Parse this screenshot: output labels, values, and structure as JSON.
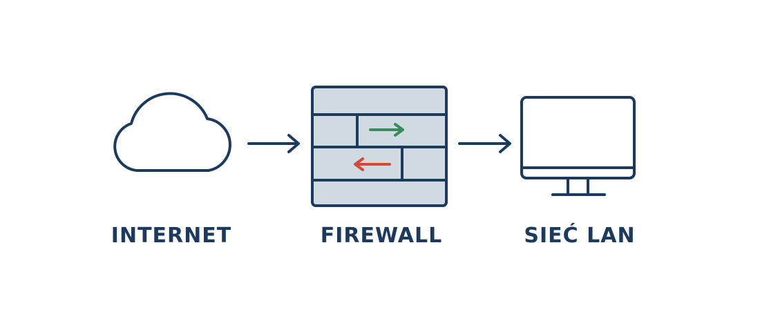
{
  "nodes": {
    "internet": {
      "label": "INTERNET",
      "icon": "cloud-icon"
    },
    "firewall": {
      "label": "FIREWALL",
      "icon": "firewall-brick-wall-icon"
    },
    "lan": {
      "label": "SIEĆ LAN",
      "icon": "monitor-icon"
    }
  },
  "edges": [
    {
      "from": "internet",
      "to": "firewall"
    },
    {
      "from": "firewall",
      "to": "lan"
    }
  ],
  "traffic": [
    {
      "direction": "inbound",
      "color": "#3a8a5f"
    },
    {
      "direction": "outbound",
      "color": "#d9473a"
    }
  ],
  "colors": {
    "stroke": "#1c3a5e",
    "wall_fill": "#cfdbdf",
    "label": "#1c3a5e",
    "arrow_in": "#3a8a5f",
    "arrow_out": "#d9473a"
  }
}
